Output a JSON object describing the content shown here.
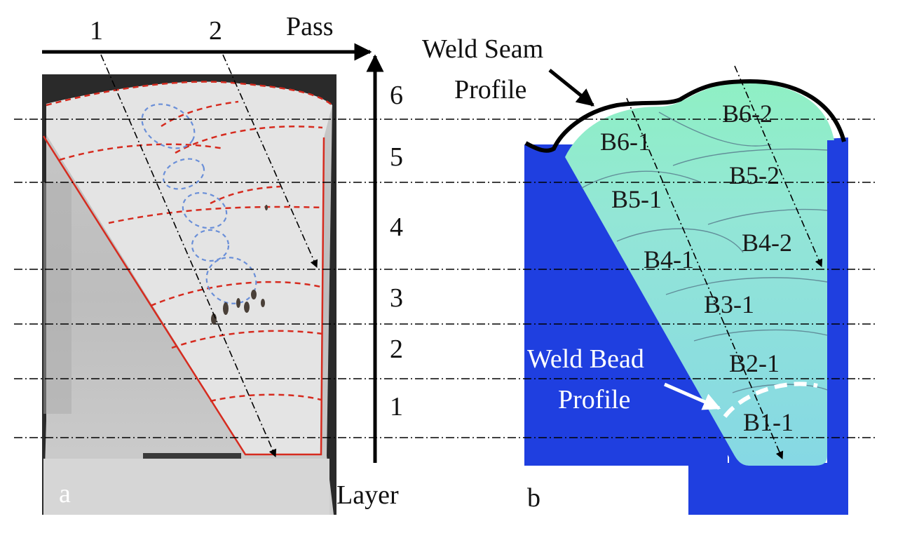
{
  "panel_a": {
    "panel_label": "a",
    "pass_axis_label": "Pass",
    "layer_axis_label": "Layer",
    "pass_numbers": [
      "1",
      "2"
    ],
    "layer_numbers": [
      "1",
      "2",
      "3",
      "4",
      "5",
      "6"
    ],
    "pass_boundary_color": "#d62b1f",
    "defect_outline_color": "#6a8fd8"
  },
  "panel_b": {
    "panel_label": "b",
    "weld_seam_label_line1": "Weld Seam",
    "weld_seam_label_line2": "Profile",
    "weld_bead_label_line1": "Weld Bead",
    "weld_bead_label_line2": "Profile",
    "beads": [
      "B6-1",
      "B6-2",
      "B5-1",
      "B5-2",
      "B4-1",
      "B4-2",
      "B3-1",
      "B2-1",
      "B1-1"
    ],
    "base_metal_color": "#1f3fe0",
    "weld_color": "#8fe3df"
  }
}
